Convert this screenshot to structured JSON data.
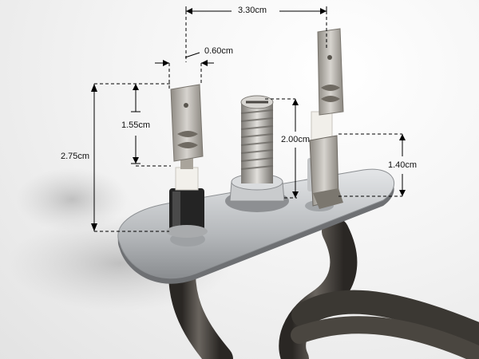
{
  "dimensions": {
    "terminal_spacing": "3.30cm",
    "terminal_width": "0.60cm",
    "terminal_blade_length": "1.55cm",
    "total_height": "2.75cm",
    "stud_height": "2.00cm",
    "side_terminal_length": "1.40cm"
  },
  "colors": {
    "background": "#eeeeee",
    "metal": "#b9bbbe",
    "element_tube": "#3d3a36",
    "dimension_line": "#000000"
  }
}
